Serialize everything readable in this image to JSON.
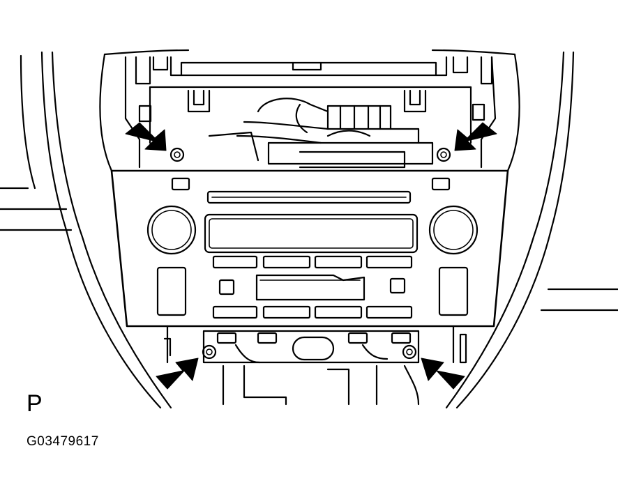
{
  "figure": {
    "view_label": "P",
    "figure_id": "G03479617"
  },
  "colors": {
    "line": "#000000",
    "background": "#ffffff"
  },
  "callouts": [
    {
      "name": "upper-left-screw-arrow",
      "points_to": "upper-left-screw"
    },
    {
      "name": "upper-right-screw-arrow",
      "points_to": "upper-right-screw"
    },
    {
      "name": "lower-left-screw-arrow",
      "points_to": "lower-left-screw"
    },
    {
      "name": "lower-right-screw-arrow",
      "points_to": "lower-right-screw"
    }
  ]
}
